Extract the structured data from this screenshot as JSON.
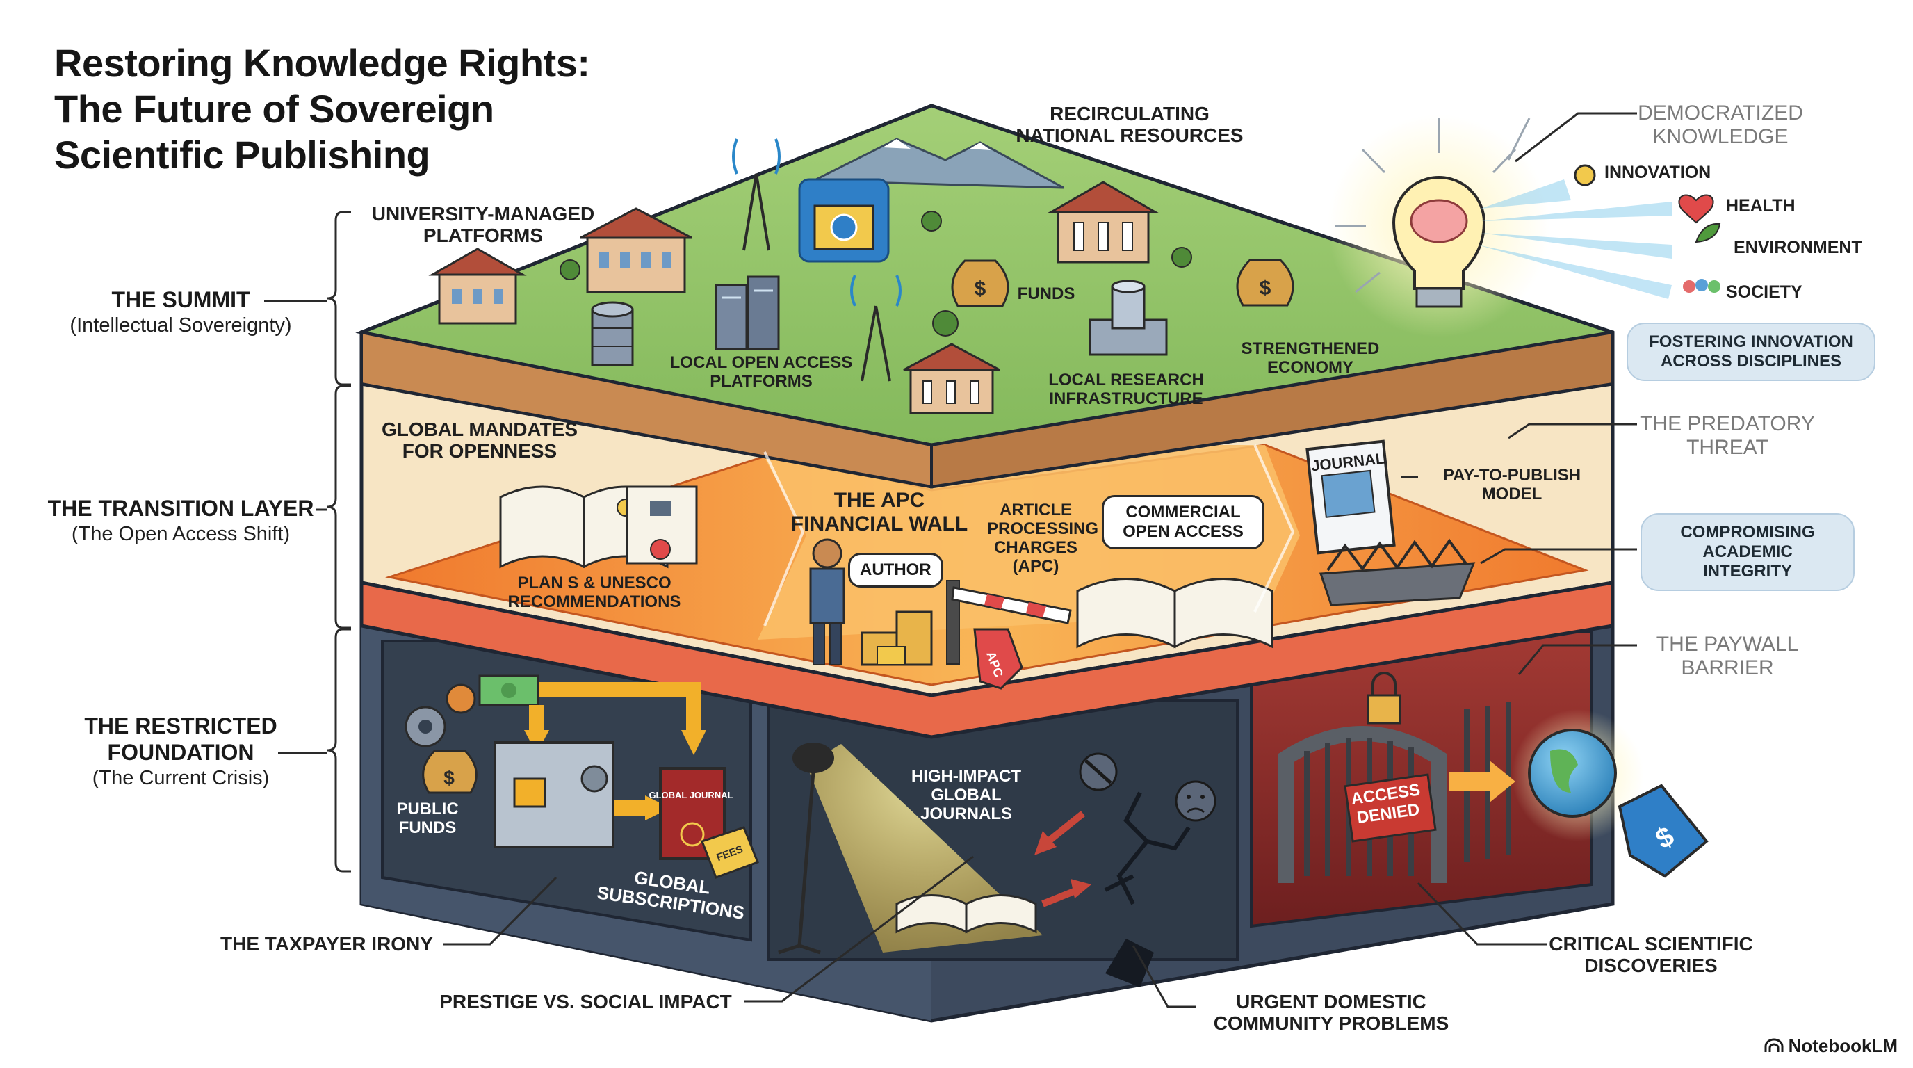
{
  "title": {
    "line1": "Restoring Knowledge Rights:",
    "line2": "The Future of Sovereign",
    "line3": "Scientific Publishing"
  },
  "layers": {
    "summit": {
      "heading": "THE SUMMIT",
      "sub": "(Intellectual Sovereignty)"
    },
    "transition": {
      "heading": "THE TRANSITION LAYER",
      "sub": "(The Open Access Shift)"
    },
    "foundation": {
      "heading1": "THE RESTRICTED",
      "heading2": "FOUNDATION",
      "sub": "(The Current Crisis)"
    }
  },
  "summit": {
    "university_platforms": "UNIVERSITY-MANAGED PLATFORMS",
    "recirculating": "RECIRCULATING NATIONAL RESOURCES",
    "funds": "FUNDS",
    "local_oa": "LOCAL OPEN ACCESS PLATFORMS",
    "local_research": "LOCAL RESEARCH INFRASTRUCTURE",
    "economy": "STRENGTHENED ECONOMY"
  },
  "democratized": {
    "heading": "DEMOCRATIZED KNOWLEDGE",
    "items": [
      "INNOVATION",
      "HEALTH",
      "ENVIRONMENT",
      "SOCIETY"
    ],
    "pill": "FOSTERING INNOVATION ACROSS DISCIPLINES"
  },
  "transition": {
    "global_mandates": "GLOBAL MANDATES FOR OPENNESS",
    "plan_s": "PLAN S & UNESCO RECOMMENDATIONS",
    "apc_wall": "THE APC FINANCIAL WALL",
    "author": "AUTHOR",
    "apc_charges": "ARTICLE PROCESSING CHARGES (APC)",
    "commercial_oa": "COMMERCIAL OPEN ACCESS",
    "apc_tag": "APC",
    "journal_label": "JOURNAL"
  },
  "predatory": {
    "heading": "THE PREDATORY THREAT",
    "pay_to_publish": "PAY-TO-PUBLISH MODEL",
    "pill": "COMPROMISING ACADEMIC INTEGRITY"
  },
  "foundation": {
    "public_funds": "PUBLIC FUNDS",
    "global_journal": "GLOBAL JOURNAL",
    "fees_tag": "FEES",
    "global_subscriptions": "GLOBAL SUBSCRIPTIONS",
    "high_impact": "HIGH-IMPACT GLOBAL JOURNALS",
    "access_denied": "ACCESS DENIED"
  },
  "paywall": {
    "heading": "THE PAYWALL BARRIER"
  },
  "callouts": {
    "taxpayer_irony": "THE TAXPAYER IRONY",
    "prestige": "PRESTIGE VS. SOCIAL IMPACT",
    "urgent": "URGENT DOMESTIC COMMUNITY PROBLEMS",
    "critical": "CRITICAL SCIENTIFIC DISCOVERIES"
  },
  "brand": "NotebookLM",
  "colors": {
    "grass": "#8cc063",
    "grass_dark": "#5e9a3e",
    "soil": "#f6e4c3",
    "orange": "#f28a3c",
    "orange_light": "#f8b35a",
    "foundation": "#3d4a5e",
    "foundation_dark": "#2a3444",
    "red_room": "#8e2a2a"
  }
}
